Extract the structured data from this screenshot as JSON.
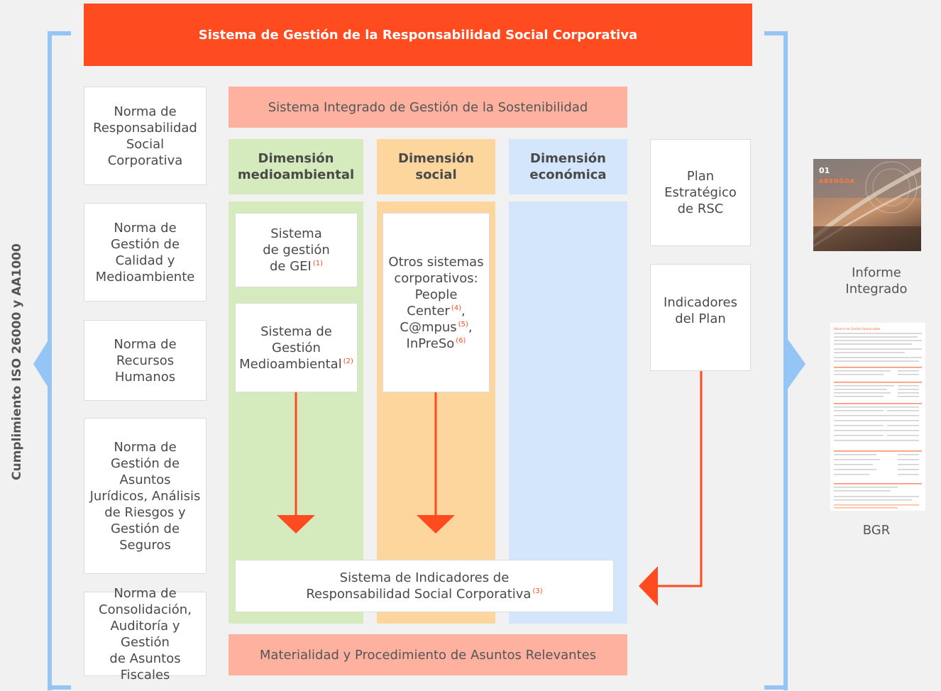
{
  "colors": {
    "accent": "#ff4b1f",
    "bracket": "#94c5f4",
    "salmon": "#feb19e",
    "green": "#d5ebbd",
    "orange": "#fdd69e",
    "blue": "#d4e6fb",
    "background": "#f1f1f1"
  },
  "top_bar": {
    "title": "Sistema de Gestión de la Responsabilidad Social Corporativa"
  },
  "compliance_label": "Cumplimiento ISO 26000 y AA1000",
  "left_norms": [
    "Norma de\nResponsabilidad\nSocial\nCorporativa",
    "Norma de\nGestión de\nCalidad y\nMedioambiente",
    "Norma de\nRecursos\nHumanos",
    "Norma de\nGestión de\nAsuntos\nJurídicos, Análisis\nde Riesgos y\nGestión de\nSeguros",
    "Norma de\nConsolidación,\nAuditoría y Gestión\nde Asuntos Fiscales"
  ],
  "integrated_system": "Sistema Integrado de Gestión de la Sostenibilidad",
  "dimensions": [
    {
      "label": "Dimensión\nmedioambiental"
    },
    {
      "label": "Dimensión\nsocial"
    },
    {
      "label": "Dimensión\neconómica"
    }
  ],
  "systems": {
    "gei": {
      "text": "Sistema\nde gestión\nde GEI",
      "note": "(1)"
    },
    "environmental": {
      "text": "Sistema de\nGestión\nMedioambiental",
      "note": "(2)"
    },
    "corporate": {
      "line1": "Otros sistemas\ncorporativos:\nPeople",
      "people_center": "Center",
      "note4": "(4)",
      "campus": "C@mpus",
      "note5": "(5)",
      "inpreso": "InPreSo",
      "note6": "(6)"
    },
    "indicators": {
      "line1": "Sistema de Indicadores de",
      "line2": "Responsabilidad Social Corporativa",
      "note": "(3)"
    }
  },
  "materiality": "Materialidad y Procedimiento de Asuntos Relevantes",
  "right_boxes": {
    "plan": "Plan\nEstratégico\nde RSC",
    "plan_indicators": "Indicadores\ndel Plan"
  },
  "reports": {
    "integrated": {
      "label": "Informe\nIntegrado",
      "thumb_number": "01",
      "thumb_brand": "ABENGOA"
    },
    "bgr": {
      "label": "BGR",
      "thumb_heading": "Balance de Gestión Responsable"
    }
  }
}
